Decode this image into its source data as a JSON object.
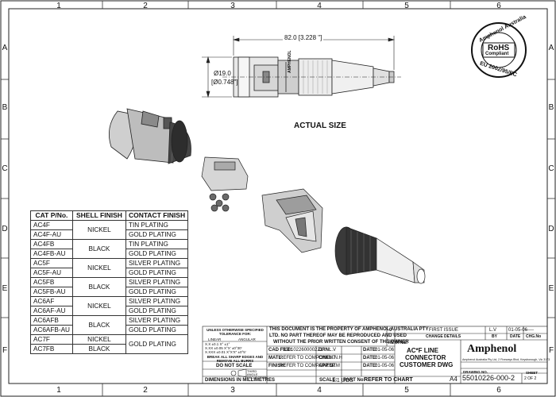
{
  "zones": {
    "cols": [
      "1",
      "2",
      "3",
      "4",
      "5",
      "6"
    ],
    "rows": [
      "A",
      "B",
      "C",
      "D",
      "E",
      "F"
    ]
  },
  "dimensions": {
    "length": "82.0  [3.228 \"]",
    "diameter": "Ø19.0",
    "diameter_in": "[Ø0.748\"]",
    "engraving": "AMPHENOL"
  },
  "actual_size_label": "ACTUAL SIZE",
  "rohs": {
    "top": "Amphenol Australia",
    "mid1": "RoHS",
    "mid2": "Compliant",
    "bottom": "EU 2002/95/EC"
  },
  "cat_table": {
    "headers": [
      "CAT P/No.",
      "SHELL FINISH",
      "CONTACT FINISH"
    ],
    "parts": [
      "AC4F",
      "AC4F-AU",
      "AC4FB",
      "AC4FB-AU",
      "AC5F",
      "AC5F-AU",
      "AC5FB",
      "AC5FB-AU",
      "AC6AF",
      "AC6AF-AU",
      "AC6AFB",
      "AC6AFB-AU",
      "AC7F",
      "AC7FB"
    ],
    "shells": [
      "NICKEL",
      "BLACK",
      "NICKEL",
      "BLACK",
      "NICKEL",
      "BLACK",
      "NICKEL",
      "BLACK"
    ],
    "contacts": [
      "TIN PLATING",
      "GOLD PLATING",
      "TIN PLATING",
      "GOLD PLATING",
      "SILVER PLATING",
      "GOLD PLATING",
      "SILVER PLATING",
      "GOLD PLATING",
      "SILVER PLATING",
      "GOLD PLATING",
      "SILVER PLATING",
      "GOLD PLATING",
      "GOLD PLATING"
    ]
  },
  "title_block": {
    "tolerance_title": "UNLESS OTHERWISE SPECIFIED TOLERANCE FOR:",
    "linear": "LINEAR",
    "angular": "ANGULAR",
    "tol_lines": "X.X  ±0.1   X°  ±1°",
    "tol_lines2": "X.XX ±0.05  X°X' ±0°30'",
    "tol_lines3": "X.XXX ±0.01 X°X'X\" ±0°5'",
    "break_edges": "BREAK ALL SHARP EDGES AND REMOVE ALL BURRS",
    "do_not_scale": "DO NOT SCALE",
    "dims_in": "DIMENSIONS IN MILLIMETRES",
    "third_angle": "THIRD ANGLE PROJECTION",
    "property1": "THIS DOCUMENT IS THE PROPERTY OF AMPHENOL AUSTRALIA PTY",
    "property2": "LTD.  NO PART THEREOF MAY BE REPRODUCED AND USED",
    "property3": "WITHOUT THE PRIOR WRITTEN CONSENT OF THE OWNER",
    "cad_file_label": "CAD FILE:",
    "cad_file": "550102260000221",
    "mat_label": "MATL:",
    "mat": "REFER TO COMPONENT",
    "finish_label": "FINISH:",
    "finish": "REFER TO COMPONENT",
    "scale_label": "SCALE:",
    "scale": "1:1 UOS",
    "drn_label": "DRN:",
    "drn": "L.V",
    "chk_label": "CHK:",
    "chk": "M.N.H",
    "appd_label": "APP'D:",
    "appd": "P.M",
    "date_label": "DATE:",
    "date1": "01-05-06",
    "date2": "01-05-06",
    "date3": "01-05-06",
    "rev_num": "0",
    "rev_desc": "FIRST ISSUE",
    "rev_by": "L.V",
    "rev_date": "01-05-06",
    "rev_dashes": "-----",
    "rev_label": "REV.",
    "change_details": "CHANGE DETAILS",
    "by_label": "BY",
    "date_hdr": "DATE",
    "chg_no": "CHG.No",
    "title_label": "TITLE:",
    "title1": "AC*F LINE",
    "title2": "CONNECTOR",
    "title3": "CUSTOMER DWG",
    "part_no_label": "PART No:",
    "part_no": "REFER TO CHART",
    "size": "A4",
    "drawing_no_label": "DRAWING NO.",
    "drawing_no": "55010226-000-2",
    "sheet_label": "SHEET",
    "sheet": "2 OF 2",
    "brand": "Amphenol",
    "brand_addr": "Amphenol Australia Pty Ltd, 2 Fiveways Blvd, Keysborough, Vic 3173"
  }
}
